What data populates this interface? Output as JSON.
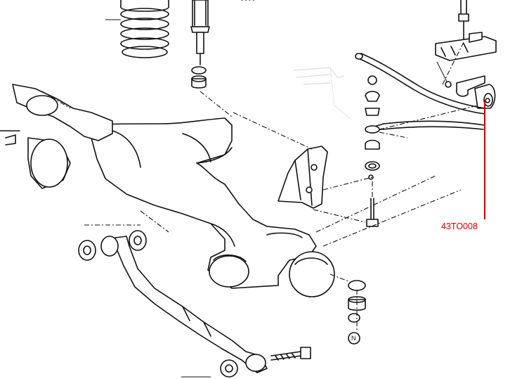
{
  "diagram": {
    "callout": {
      "label": "43TO008",
      "color": "#cc0000"
    },
    "nut_marks": [
      "N",
      "N"
    ]
  }
}
